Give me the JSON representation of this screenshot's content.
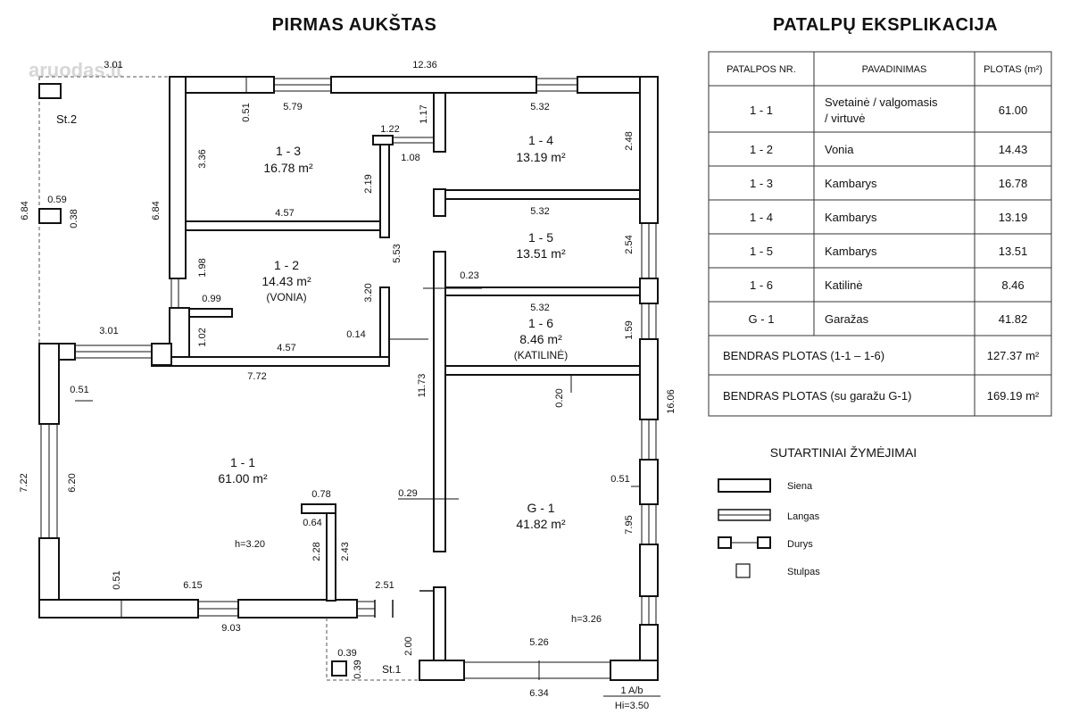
{
  "watermark": "aruodas.lt",
  "titles": {
    "plan": "PIRMAS AUKŠTAS",
    "explication": "PATALPŲ EKSPLIKACIJA",
    "legend": "SUTARTINIAI ŽYMĖJIMAI"
  },
  "rooms": {
    "r13": {
      "num": "1 - 3",
      "area": "16.78 m²"
    },
    "r14": {
      "num": "1 - 4",
      "area": "13.19 m²"
    },
    "r12": {
      "num": "1 - 2",
      "area": "14.43 m²",
      "sub": "(VONIA)"
    },
    "r15": {
      "num": "1 - 5",
      "area": "13.51 m²"
    },
    "r16": {
      "num": "1 - 6",
      "area": "8.46 m²",
      "sub": "(KATILINĖ)"
    },
    "r11": {
      "num": "1 - 1",
      "area": "61.00 m²",
      "height": "h=3.20"
    },
    "g1": {
      "num": "G - 1",
      "area": "41.82 m²",
      "height": "h=3.26"
    }
  },
  "labels": {
    "st1": "St.1",
    "st2": "St.2",
    "scale_top": "1 A/b",
    "scale_bottom": "Hi=3.50"
  },
  "dims": {
    "d1236": "12.36",
    "d301a": "3.01",
    "d579": "5.79",
    "d051a": "0.51",
    "d336": "3.36",
    "d684a": "6.84",
    "d684b": "6.84",
    "d059": "0.59",
    "d038": "0.38",
    "d117": "1.17",
    "d122": "1.22",
    "d108": "1.08",
    "d219": "2.19",
    "d457a": "4.57",
    "d532a": "5.32",
    "d248": "2.48",
    "d532b": "5.32",
    "d254": "2.54",
    "d553": "5.53",
    "d198": "1.98",
    "d099": "0.99",
    "d320": "3.20",
    "d023": "0.23",
    "d102": "1.02",
    "d457b": "4.57",
    "d014": "0.14",
    "d532c": "5.32",
    "d159": "1.59",
    "d301b": "3.01",
    "d772": "7.72",
    "d1173": "11.73",
    "d020": "0.20",
    "d1606": "16.06",
    "d051b": "0.51",
    "d620": "6.20",
    "d722": "7.22",
    "d078": "0.78",
    "d064": "0.64",
    "d029": "0.29",
    "d051c": "0.51",
    "d795": "7.95",
    "d228": "2.28",
    "d243": "2.43",
    "d051d": "0.51",
    "d615": "6.15",
    "d251": "2.51",
    "d903": "9.03",
    "d200": "2.00",
    "d039a": "0.39",
    "d039b": "0.39",
    "d526": "5.26",
    "d634": "6.34"
  },
  "table": {
    "headers": [
      "PATALPOS NR.",
      "PAVADINIMAS",
      "PLOTAS (m²)"
    ],
    "rows": [
      {
        "nr": "1 - 1",
        "name1": "Svetainė / valgomasis",
        "name2": "/ virtuvė",
        "area": "61.00"
      },
      {
        "nr": "1 - 2",
        "name1": "Vonia",
        "name2": "",
        "area": "14.43"
      },
      {
        "nr": "1 - 3",
        "name1": "Kambarys",
        "name2": "",
        "area": "16.78"
      },
      {
        "nr": "1 - 4",
        "name1": "Kambarys",
        "name2": "",
        "area": "13.19"
      },
      {
        "nr": "1 - 5",
        "name1": "Kambarys",
        "name2": "",
        "area": "13.51"
      },
      {
        "nr": "1 - 6",
        "name1": "Katilinė",
        "name2": "",
        "area": "8.46"
      },
      {
        "nr": "G - 1",
        "name1": "Garažas",
        "name2": "",
        "area": "41.82"
      }
    ],
    "totals": [
      {
        "label": "BENDRAS PLOTAS (1-1 – 1-6)",
        "value": "127.37 m²"
      },
      {
        "label": "BENDRAS PLOTAS (su garažu G-1)",
        "value": "169.19 m²"
      }
    ]
  },
  "legend": [
    {
      "label": "Siena"
    },
    {
      "label": "Langas"
    },
    {
      "label": "Durys"
    },
    {
      "label": "Stulpas"
    }
  ]
}
